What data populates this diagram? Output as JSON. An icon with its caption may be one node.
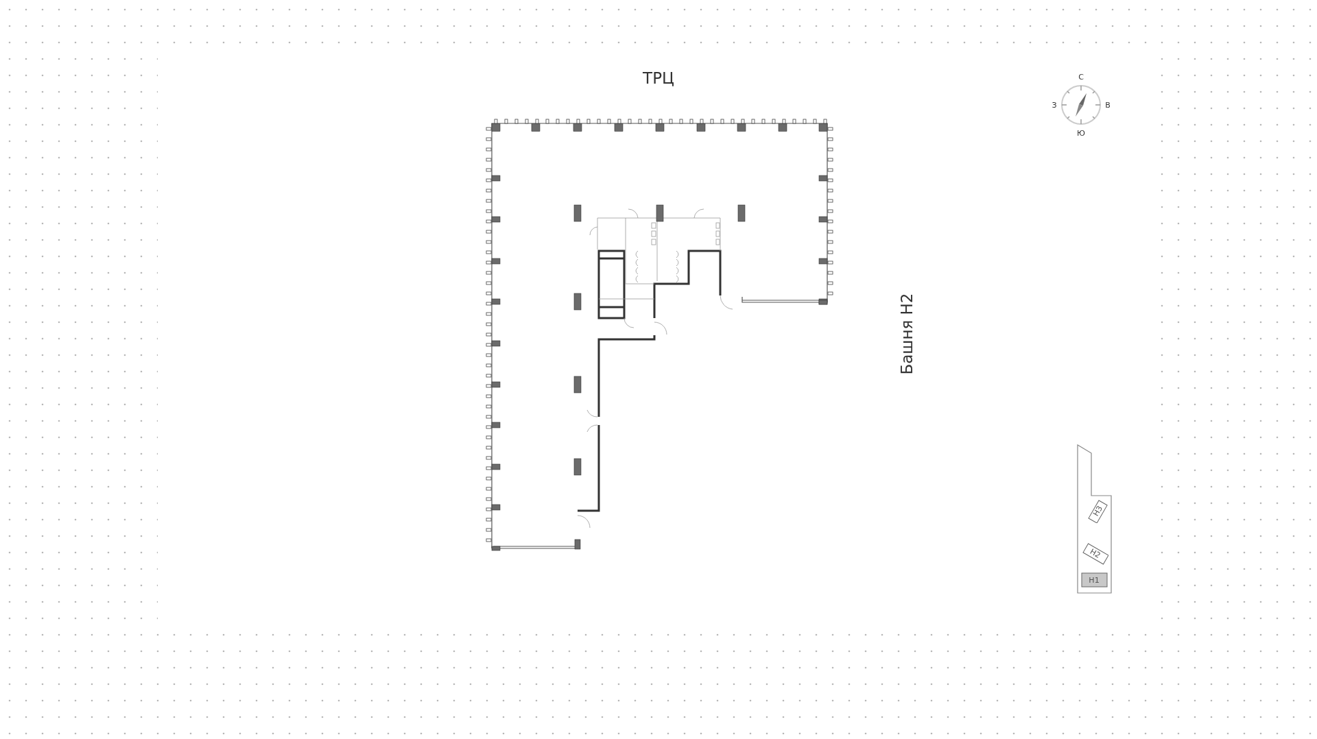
{
  "diagram": {
    "nodes": [
      {
        "text": [],
        "shape": "box"
      },
      {
        "text": [
          "Н3"
        ],
        "in": 0
      },
      {
        "text": [
          "Н2"
        ],
        "in": 0
      },
      {
        "text": [
          "Н1"
        ],
        "in": 0
      }
    ],
    "labels": [
      "ТРЦ",
      "Башня Н2",
      "С",
      "З",
      "В",
      "Ю"
    ]
  }
}
